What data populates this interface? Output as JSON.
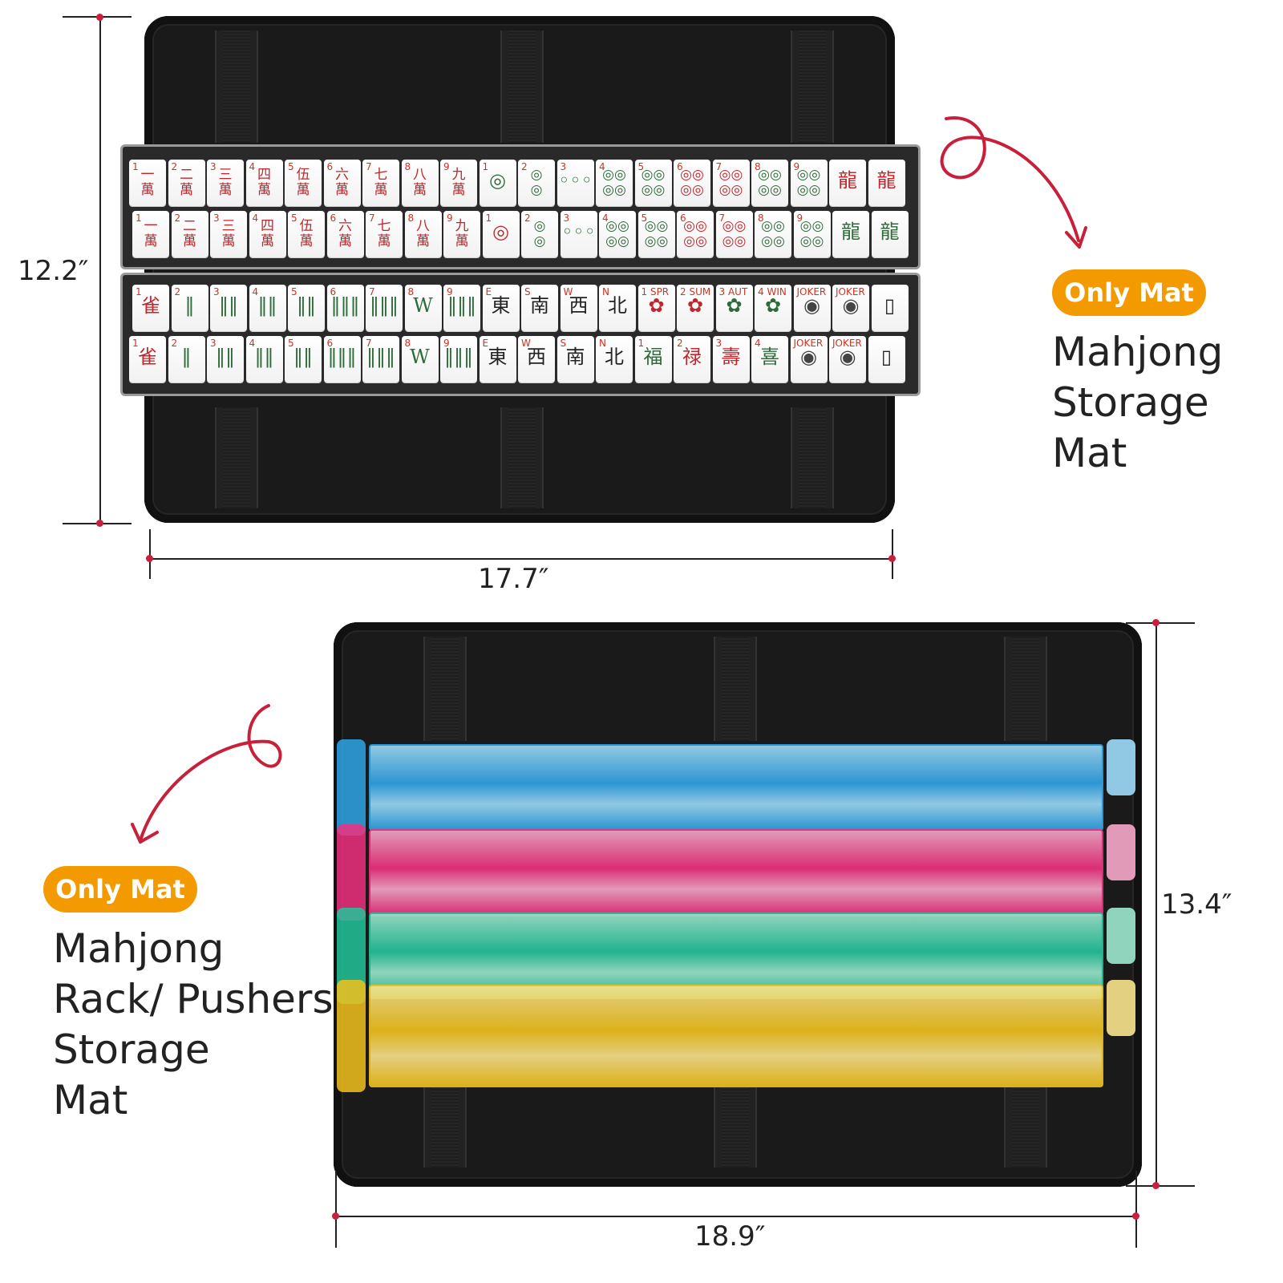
{
  "top": {
    "height_label": "12.2″",
    "width_label": "17.7″",
    "badge": "Only Mat",
    "desc_line1": "Mahjong",
    "desc_line2": "Storage",
    "desc_line3": "Mat",
    "tiles_row1": [
      {
        "n": "1",
        "g": "一\n萬",
        "c": "#c0272d"
      },
      {
        "n": "2",
        "g": "二\n萬",
        "c": "#c0272d"
      },
      {
        "n": "3",
        "g": "三\n萬",
        "c": "#c0272d"
      },
      {
        "n": "4",
        "g": "四\n萬",
        "c": "#c0272d"
      },
      {
        "n": "5",
        "g": "伍\n萬",
        "c": "#c0272d"
      },
      {
        "n": "6",
        "g": "六\n萬",
        "c": "#c0272d"
      },
      {
        "n": "7",
        "g": "七\n萬",
        "c": "#c0272d"
      },
      {
        "n": "8",
        "g": "八\n萬",
        "c": "#c0272d"
      },
      {
        "n": "9",
        "g": "九\n萬",
        "c": "#c0272d"
      },
      {
        "n": "1",
        "g": "◎",
        "c": "#2f6b3a"
      },
      {
        "n": "2",
        "g": "◎\n◎",
        "c": "#2f6b3a"
      },
      {
        "n": "3",
        "g": "◦◦◦",
        "c": "#2f6b3a"
      },
      {
        "n": "4",
        "g": "◎◎\n◎◎",
        "c": "#2f6b3a"
      },
      {
        "n": "5",
        "g": "◎◎\n◎◎",
        "c": "#2f6b3a"
      },
      {
        "n": "6",
        "g": "◎◎\n◎◎",
        "c": "#c0272d"
      },
      {
        "n": "7",
        "g": "◎◎\n◎◎",
        "c": "#c0272d"
      },
      {
        "n": "8",
        "g": "◎◎\n◎◎",
        "c": "#2f6b3a"
      },
      {
        "n": "9",
        "g": "◎◎\n◎◎",
        "c": "#2f6b3a"
      },
      {
        "n": "",
        "g": "龍",
        "c": "#c0272d"
      },
      {
        "n": "",
        "g": "龍",
        "c": "#c0272d"
      }
    ],
    "tiles_row2": [
      {
        "n": "1",
        "g": "一\n萬",
        "c": "#c0272d"
      },
      {
        "n": "2",
        "g": "二\n萬",
        "c": "#c0272d"
      },
      {
        "n": "3",
        "g": "三\n萬",
        "c": "#c0272d"
      },
      {
        "n": "4",
        "g": "四\n萬",
        "c": "#c0272d"
      },
      {
        "n": "5",
        "g": "伍\n萬",
        "c": "#c0272d"
      },
      {
        "n": "6",
        "g": "六\n萬",
        "c": "#c0272d"
      },
      {
        "n": "7",
        "g": "七\n萬",
        "c": "#c0272d"
      },
      {
        "n": "8",
        "g": "八\n萬",
        "c": "#c0272d"
      },
      {
        "n": "9",
        "g": "九\n萬",
        "c": "#c0272d"
      },
      {
        "n": "1",
        "g": "◎",
        "c": "#c0272d"
      },
      {
        "n": "2",
        "g": "◎\n◎",
        "c": "#2f6b3a"
      },
      {
        "n": "3",
        "g": "◦◦◦",
        "c": "#2f6b3a"
      },
      {
        "n": "4",
        "g": "◎◎\n◎◎",
        "c": "#2f6b3a"
      },
      {
        "n": "5",
        "g": "◎◎\n◎◎",
        "c": "#2f6b3a"
      },
      {
        "n": "6",
        "g": "◎◎\n◎◎",
        "c": "#c0272d"
      },
      {
        "n": "7",
        "g": "◎◎\n◎◎",
        "c": "#c0272d"
      },
      {
        "n": "8",
        "g": "◎◎\n◎◎",
        "c": "#2f6b3a"
      },
      {
        "n": "9",
        "g": "◎◎\n◎◎",
        "c": "#2f6b3a"
      },
      {
        "n": "",
        "g": "龍",
        "c": "#2f6b3a"
      },
      {
        "n": "",
        "g": "龍",
        "c": "#2f6b3a"
      }
    ],
    "tiles_row3": [
      {
        "n": "1",
        "g": "雀",
        "c": "#c0272d"
      },
      {
        "n": "2",
        "g": "‖",
        "c": "#2f6b3a"
      },
      {
        "n": "3",
        "g": "‖‖",
        "c": "#2f6b3a"
      },
      {
        "n": "4",
        "g": "‖‖",
        "c": "#2f6b3a"
      },
      {
        "n": "5",
        "g": "‖‖",
        "c": "#2f6b3a"
      },
      {
        "n": "6",
        "g": "‖‖‖",
        "c": "#2f6b3a"
      },
      {
        "n": "7",
        "g": "‖‖‖",
        "c": "#2f6b3a"
      },
      {
        "n": "8",
        "g": "W",
        "c": "#2f6b3a"
      },
      {
        "n": "9",
        "g": "‖‖‖",
        "c": "#2f6b3a"
      },
      {
        "n": "E",
        "g": "東",
        "c": "#222"
      },
      {
        "n": "S",
        "g": "南",
        "c": "#222"
      },
      {
        "n": "W",
        "g": "西",
        "c": "#222"
      },
      {
        "n": "N",
        "g": "北",
        "c": "#222"
      },
      {
        "n": "1 SPR",
        "g": "✿",
        "c": "#c0272d"
      },
      {
        "n": "2 SUM",
        "g": "✿",
        "c": "#c0272d"
      },
      {
        "n": "3 AUT",
        "g": "✿",
        "c": "#2f6b3a"
      },
      {
        "n": "4 WIN",
        "g": "✿",
        "c": "#2f6b3a"
      },
      {
        "n": "JOKER",
        "g": "◉",
        "c": "#444"
      },
      {
        "n": "JOKER",
        "g": "◉",
        "c": "#444"
      },
      {
        "n": "",
        "g": "▯",
        "c": "#222"
      }
    ],
    "tiles_row4": [
      {
        "n": "1",
        "g": "雀",
        "c": "#c0272d"
      },
      {
        "n": "2",
        "g": "‖",
        "c": "#2f6b3a"
      },
      {
        "n": "3",
        "g": "‖‖",
        "c": "#2f6b3a"
      },
      {
        "n": "4",
        "g": "‖‖",
        "c": "#2f6b3a"
      },
      {
        "n": "5",
        "g": "‖‖",
        "c": "#2f6b3a"
      },
      {
        "n": "6",
        "g": "‖‖‖",
        "c": "#2f6b3a"
      },
      {
        "n": "7",
        "g": "‖‖‖",
        "c": "#2f6b3a"
      },
      {
        "n": "8",
        "g": "W",
        "c": "#2f6b3a"
      },
      {
        "n": "9",
        "g": "‖‖‖",
        "c": "#2f6b3a"
      },
      {
        "n": "E",
        "g": "東",
        "c": "#222"
      },
      {
        "n": "W",
        "g": "西",
        "c": "#222"
      },
      {
        "n": "S",
        "g": "南",
        "c": "#222"
      },
      {
        "n": "N",
        "g": "北",
        "c": "#222"
      },
      {
        "n": "1",
        "g": "福",
        "c": "#2f6b3a"
      },
      {
        "n": "2",
        "g": "禄",
        "c": "#c0272d"
      },
      {
        "n": "3",
        "g": "壽",
        "c": "#c0272d"
      },
      {
        "n": "4",
        "g": "喜",
        "c": "#2f6b3a"
      },
      {
        "n": "JOKER",
        "g": "◉",
        "c": "#444"
      },
      {
        "n": "JOKER",
        "g": "◉",
        "c": "#444"
      },
      {
        "n": "",
        "g": "▯",
        "c": "#222"
      }
    ]
  },
  "bottom": {
    "height_label": "13.4″",
    "width_label": "18.9″",
    "badge": "Only Mat",
    "desc_line1": "Mahjong",
    "desc_line2": "Rack/ Pushers",
    "desc_line3": "Storage",
    "desc_line4": "Mat",
    "racks": [
      {
        "name": "blue",
        "color": "#2fa4e7",
        "light": "#9fdcf9"
      },
      {
        "name": "pink",
        "color": "#f0307f",
        "light": "#f7a9c9"
      },
      {
        "name": "green",
        "color": "#22c49a",
        "light": "#9de9cf"
      },
      {
        "name": "yellow",
        "color": "#f2c21c",
        "light": "#f9e48c"
      }
    ]
  },
  "colors": {
    "accent_red": "#c8203a",
    "badge_orange": "#f39a00",
    "mat_black": "#1a1a1a"
  }
}
